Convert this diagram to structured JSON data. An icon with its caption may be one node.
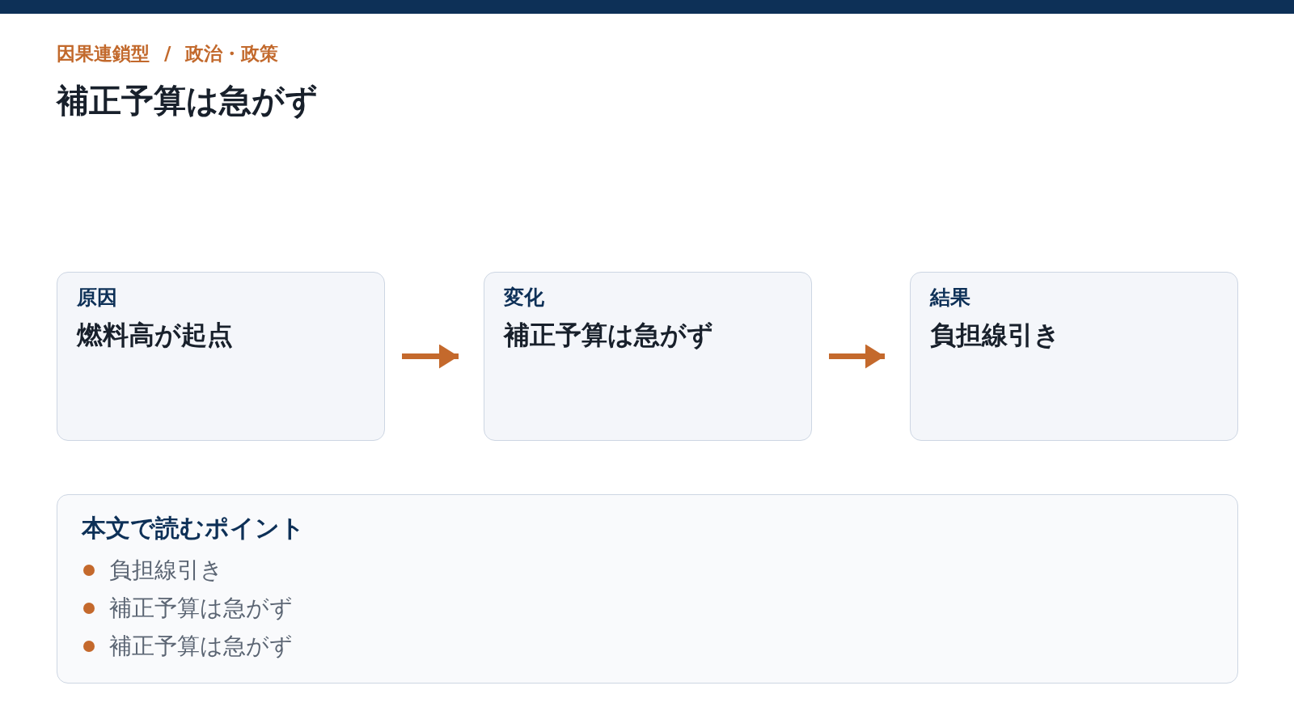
{
  "diagram": {
    "title": "補正予算は急がず",
    "nodes": [
      {
        "text": [
          "原因",
          "燃料高が起点"
        ]
      },
      {
        "text": [
          "変化",
          "補正予算は急がず"
        ]
      },
      {
        "text": [
          "結果",
          "負担線引き"
        ]
      },
      {
        "text": [
          "本文で読むポイント",
          "負担線引き",
          "補正予算は急がず",
          "補正予算は急がず"
        ]
      }
    ],
    "edges": [
      {
        "from": 0,
        "to": 1,
        "arrow": "to"
      },
      {
        "from": 1,
        "to": 2,
        "arrow": "to"
      }
    ],
    "labels": [
      "因果連鎖型 / 政治・政策"
    ]
  }
}
